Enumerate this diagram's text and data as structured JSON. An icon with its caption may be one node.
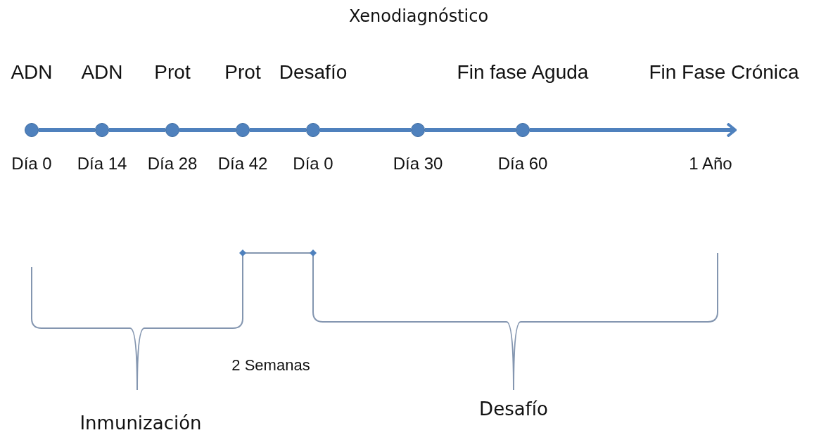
{
  "diagram": {
    "nodes": [
      {
        "text": [],
        "shape": "circle",
        "beside": [
          "ADN",
          "Día 0"
        ]
      },
      {
        "text": [],
        "shape": "circle",
        "beside": [
          "ADN",
          "Día 14"
        ]
      },
      {
        "text": [],
        "shape": "circle",
        "beside": [
          "Prot",
          "Día 28"
        ]
      },
      {
        "text": [],
        "shape": "circle",
        "beside": [
          "Prot",
          "Día 42"
        ]
      },
      {
        "text": [],
        "shape": "circle",
        "beside": [
          "Desafío",
          "Día 0"
        ]
      },
      {
        "text": [],
        "shape": "circle",
        "beside": [
          "Día 30"
        ]
      },
      {
        "text": [],
        "shape": "circle",
        "beside": [
          "Fin fase Aguda",
          "Día 60"
        ]
      }
    ],
    "edges": [
      {
        "from": 0,
        "to": 1,
        "arrow": "none"
      },
      {
        "from": 1,
        "to": 2,
        "arrow": "none"
      },
      {
        "from": 2,
        "to": 3,
        "arrow": "none"
      },
      {
        "from": 3,
        "to": 4,
        "arrow": "none"
      },
      {
        "from": 4,
        "to": 5,
        "arrow": "none"
      },
      {
        "from": 5,
        "to": 6,
        "arrow": "none"
      },
      {
        "from": 6,
        "to": null,
        "arrow": "to"
      }
    ],
    "labels": [
      "Xenodiagnóstico",
      "Fin Fase Crónica",
      "1 Año",
      "2 Semanas",
      "Inmunización",
      "Desafío"
    ]
  }
}
